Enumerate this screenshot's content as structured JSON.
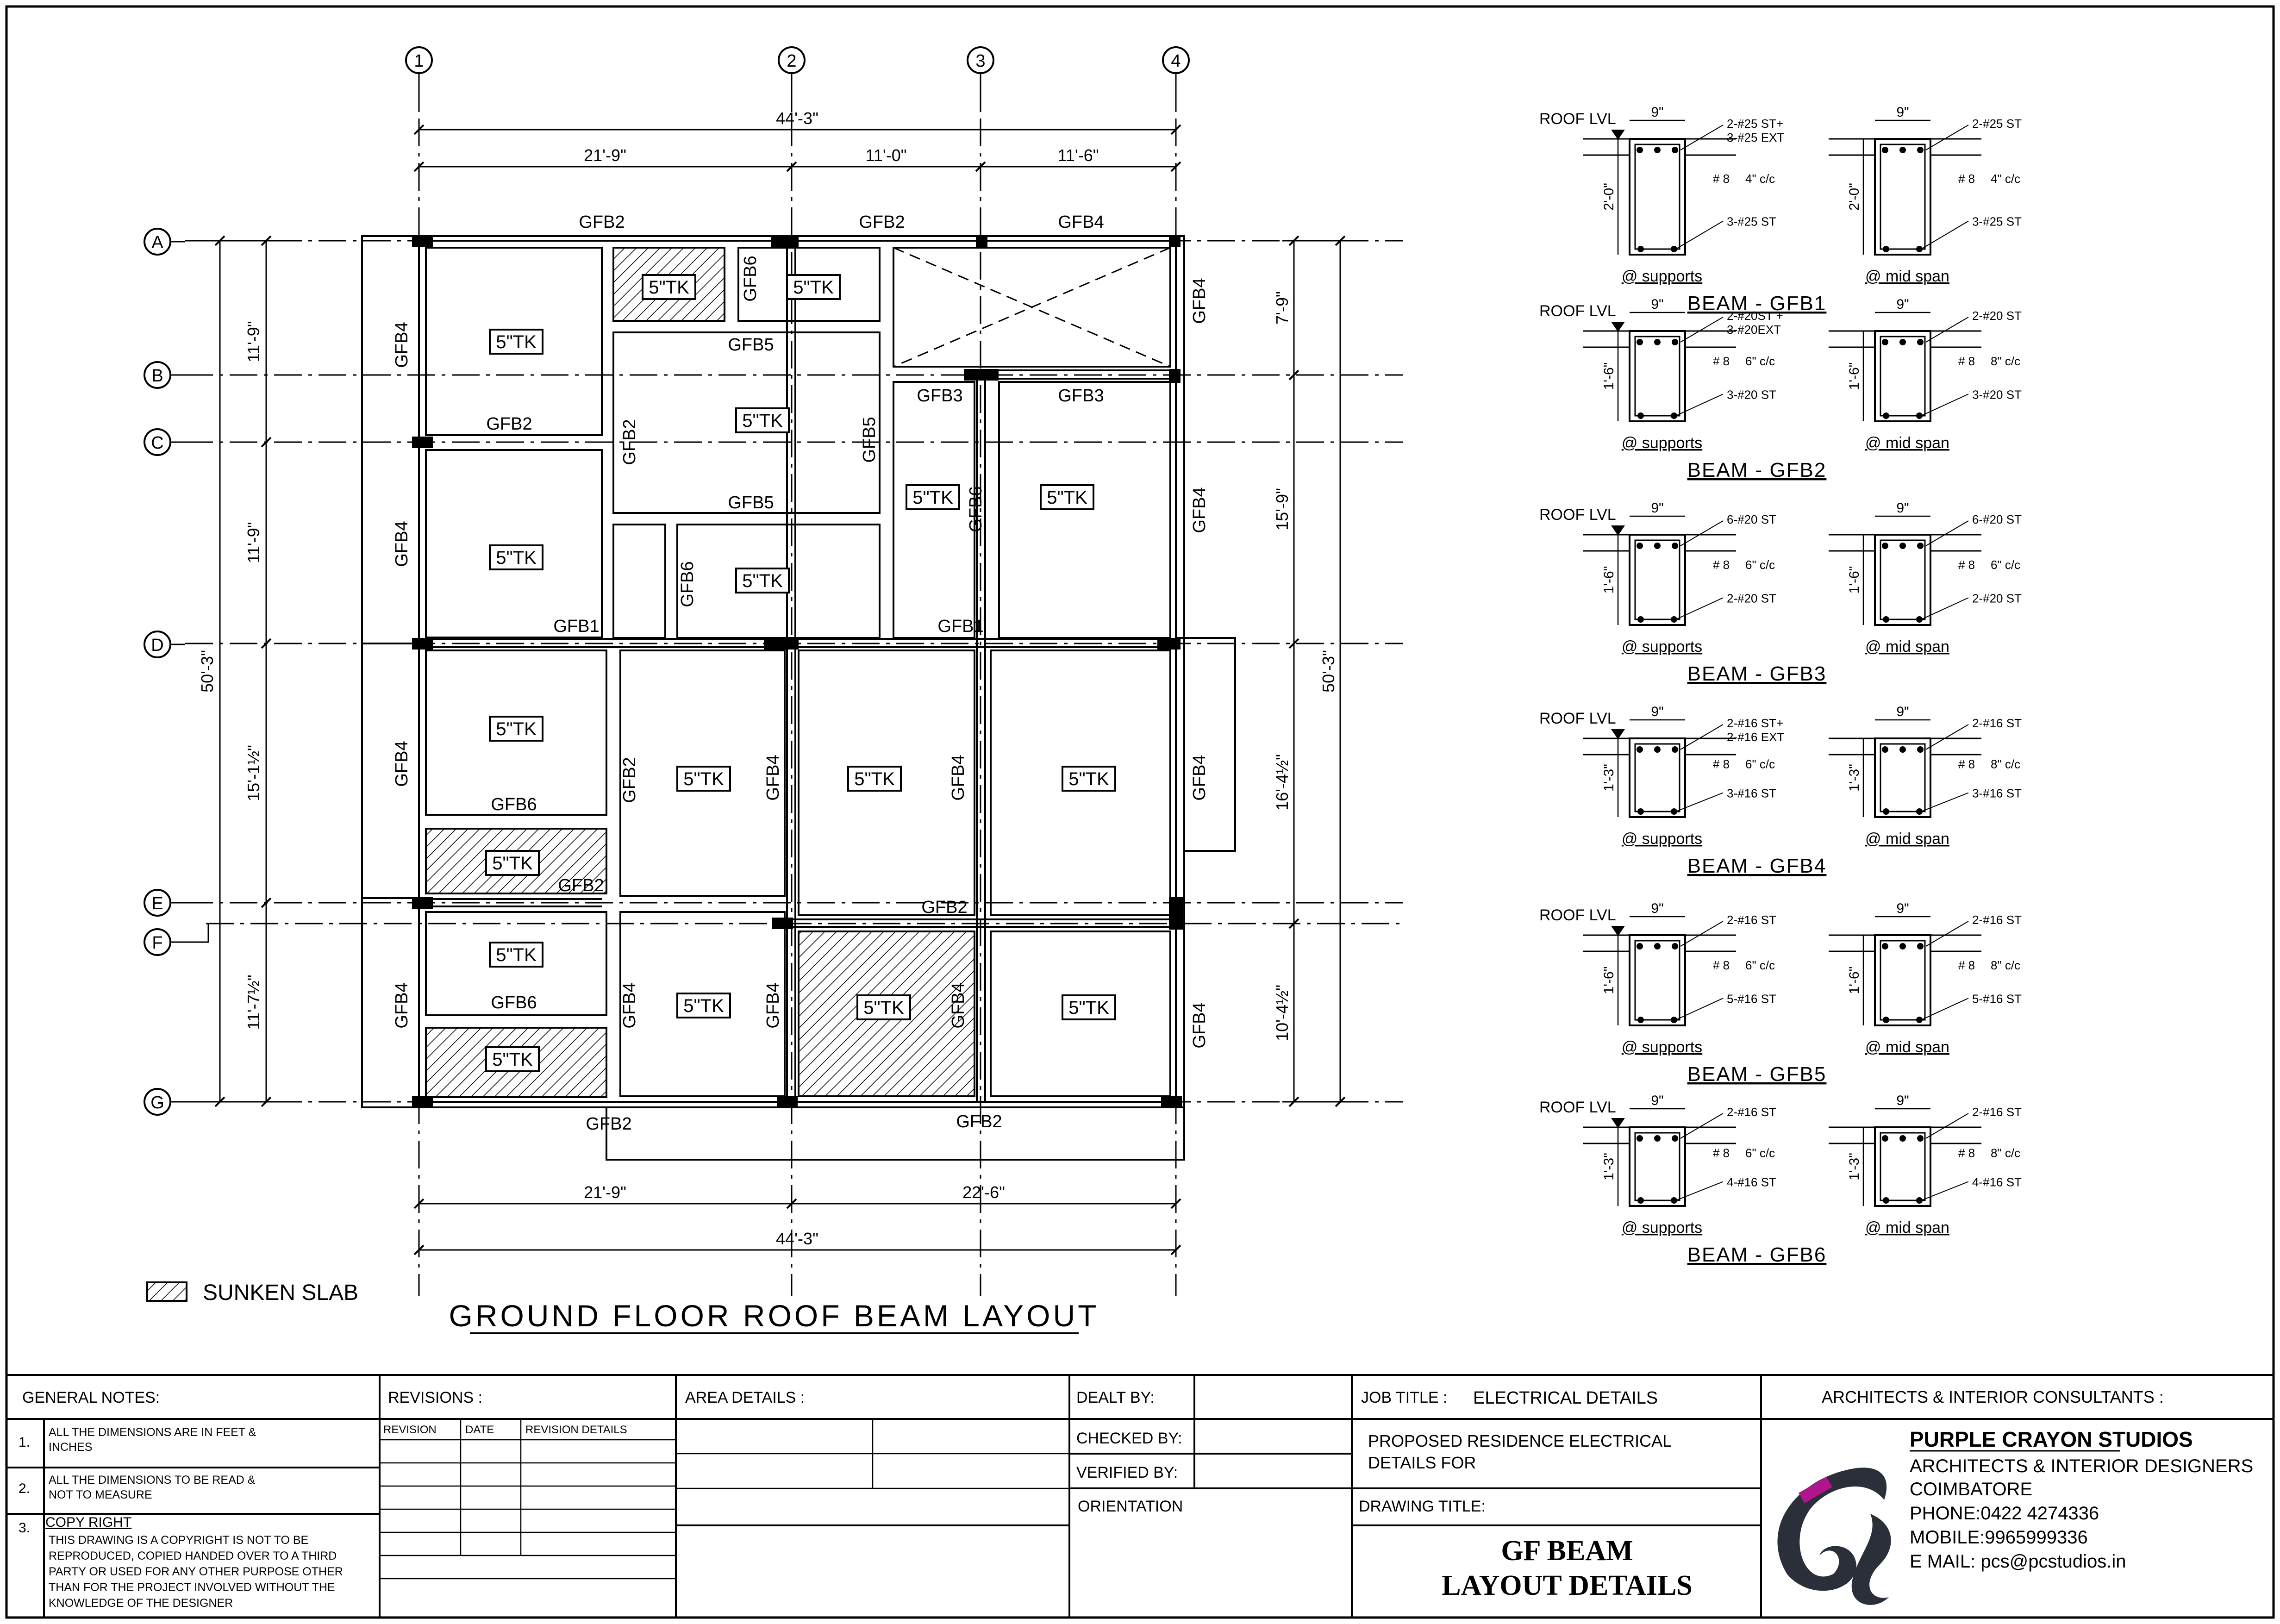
{
  "plan": {
    "title": "GROUND FLOOR ROOF BEAM LAYOUT",
    "legend_label": "SUNKEN SLAB",
    "grid_cols": [
      "1",
      "2",
      "3",
      "4"
    ],
    "grid_rows": [
      "A",
      "B",
      "C",
      "D",
      "E",
      "F",
      "G"
    ],
    "dims_top": {
      "overall": "44'-3\"",
      "d12": "21'-9\"",
      "d23": "11'-0\"",
      "d34": "11'-6\""
    },
    "dims_bottom": {
      "overall": "44'-3\"",
      "d12": "21'-9\"",
      "d24": "22'-6\""
    },
    "dims_left": {
      "overall": "50'-3\"",
      "ac": "11'-9\"",
      "cd": "11'-9\"",
      "de": "15'-1½\"",
      "eg": "11'-7½\""
    },
    "dims_right": {
      "overall": "50'-3\"",
      "ab": "7'-9\"",
      "bd": "15'-9\"",
      "de": "16'-4½\"",
      "fg": "10'-4½\""
    },
    "slab_label": "5\"TK",
    "beams": {
      "gfb1": "GFB1",
      "gfb2": "GFB2",
      "gfb3": "GFB3",
      "gfb4": "GFB4",
      "gfb5": "GFB5",
      "gfb6": "GFB6"
    }
  },
  "sections": {
    "roof_lvl": "ROOF LVL",
    "width": "9\"",
    "at_supports": "@ supports",
    "at_mid_span": "@ mid span",
    "beams": [
      {
        "title": "BEAM - GFB1",
        "depth": "2'-0\"",
        "sup": [
          "2-#25 ST+",
          "3-#25 EXT",
          "# 8",
          "4\" c/c",
          "3-#25 ST"
        ],
        "mid": [
          "2-#25 ST",
          "# 8",
          "4\" c/c",
          "3-#25 ST"
        ]
      },
      {
        "title": "BEAM - GFB2",
        "depth": "1'-6\"",
        "sup": [
          "2-#20ST +",
          "3-#20EXT",
          "# 8",
          "6\" c/c",
          "3-#20 ST"
        ],
        "mid": [
          "2-#20 ST",
          "# 8",
          "8\" c/c",
          "3-#20 ST"
        ]
      },
      {
        "title": "BEAM - GFB3",
        "depth": "1'-6\"",
        "sup": [
          "6-#20 ST",
          "",
          "# 8",
          "6\" c/c",
          "2-#20 ST"
        ],
        "mid": [
          "6-#20 ST",
          "# 8",
          "6\" c/c",
          "2-#20 ST"
        ]
      },
      {
        "title": "BEAM - GFB4",
        "depth": "1'-3\"",
        "sup": [
          "2-#16 ST+",
          "2-#16 EXT",
          "# 8",
          "6\" c/c",
          "3-#16 ST"
        ],
        "mid": [
          "2-#16 ST",
          "# 8",
          "8\" c/c",
          "3-#16 ST"
        ]
      },
      {
        "title": "BEAM - GFB5",
        "depth": "1'-6\"",
        "sup": [
          "2-#16 ST",
          "",
          "# 8",
          "6\" c/c",
          "5-#16 ST"
        ],
        "mid": [
          "2-#16 ST",
          "# 8",
          "8\" c/c",
          "5-#16 ST"
        ]
      },
      {
        "title": "BEAM - GFB6",
        "depth": "1'-3\"",
        "sup": [
          "2-#16 ST",
          "",
          "# 8",
          "6\" c/c",
          "4-#16 ST"
        ],
        "mid": [
          "2-#16 ST",
          "# 8",
          "8\" c/c",
          "4-#16 ST"
        ]
      }
    ]
  },
  "title_block": {
    "general_notes_label": "GENERAL NOTES:",
    "notes": [
      {
        "num": "1.",
        "lines": [
          "ALL THE DIMENSIONS ARE IN FEET &",
          "INCHES"
        ]
      },
      {
        "num": "2.",
        "lines": [
          "ALL THE DIMENSIONS TO BE READ &",
          "NOT TO MEASURE"
        ]
      },
      {
        "num": "3.",
        "heading": "COPY RIGHT",
        "lines": [
          "THIS DRAWING IS A COPYRIGHT IS NOT TO BE",
          "REPRODUCED, COPIED HANDED OVER TO A THIRD",
          "PARTY OR USED FOR ANY OTHER PURPOSE OTHER",
          "THAN FOR THE PROJECT INVOLVED WITHOUT THE",
          "KNOWLEDGE OF THE DESIGNER"
        ]
      }
    ],
    "revisions_label": "REVISIONS :",
    "rev_cols": [
      "REVISION",
      "DATE",
      "REVISION DETAILS"
    ],
    "area_details_label": "AREA DETAILS :",
    "dealt_by_label": "DEALT BY:",
    "checked_by_label": "CHECKED BY:",
    "verified_by_label": "VERIFIED BY:",
    "orientation_label": "ORIENTATION",
    "job_title_label": "JOB TITLE :",
    "job_title_value": "ELECTRICAL DETAILS",
    "job_desc_lines": [
      "PROPOSED RESIDENCE  ELECTRICAL",
      "DETAILS FOR"
    ],
    "drawing_title_label": "DRAWING TITLE:",
    "drawing_title_lines": [
      "GF BEAM",
      "LAYOUT DETAILS"
    ],
    "consultants_label": "ARCHITECTS & INTERIOR CONSULTANTS :",
    "firm_name": "PURPLE CRAYON STUDIOS",
    "firm_lines": [
      "ARCHITECTS & INTERIOR DESIGNERS",
      "COIMBATORE",
      "PHONE:0422 4274336",
      "MOBILE:9965999336",
      "E MAIL: pcs@pcstudios.in"
    ]
  },
  "colors": {
    "ink": "#000000",
    "logo_accent": "#b0158c",
    "logo_dark": "#2a2f3a"
  }
}
